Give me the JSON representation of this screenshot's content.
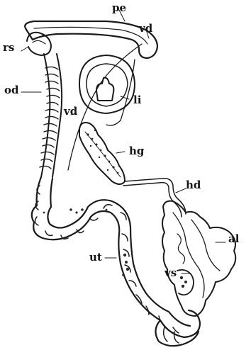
{
  "labels": {
    "pe": "pe",
    "vd_upper": "vd",
    "rs": "rs",
    "od": "od",
    "li": "li",
    "vd_lower": "vd",
    "hg": "hg",
    "hd": "hd",
    "al": "al",
    "ut": "ut",
    "vs": "vs"
  },
  "colors": {
    "ink": "#1b1b1b",
    "background": "#ffffff"
  }
}
